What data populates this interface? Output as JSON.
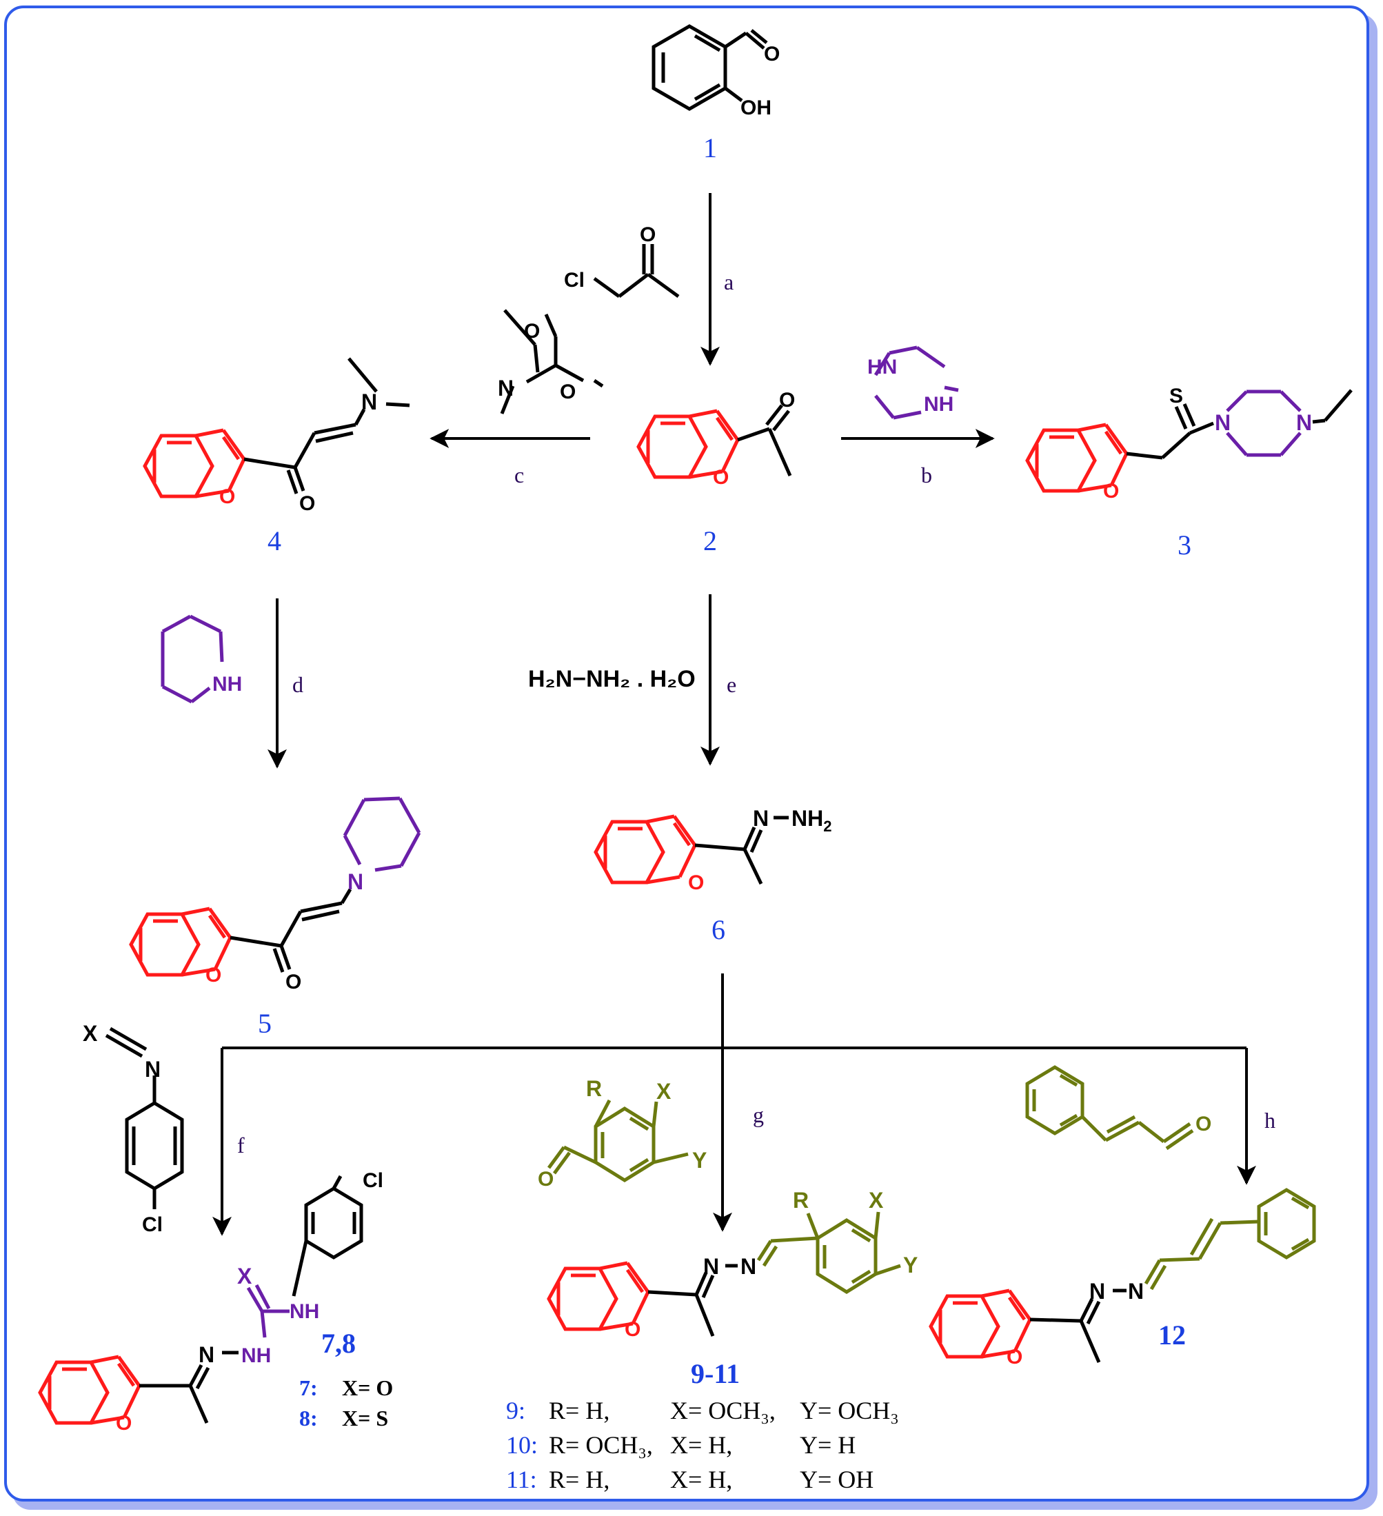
{
  "colors": {
    "benzofuran": "#ff1a1a",
    "amine": "#6a1fa8",
    "olive": "#6b7a0f",
    "label": "#1a3fe0",
    "arrow_label": "#2a0a5a",
    "frame": "#2f5bea",
    "shadow": "#9aa6f0",
    "bond": "#000000"
  },
  "compounds": {
    "c1": "1",
    "c2": "2",
    "c3": "3",
    "c4": "4",
    "c5": "5",
    "c6": "6",
    "c78": "7,8",
    "c911": "9-11",
    "c12": "12"
  },
  "steps": {
    "a": "a",
    "b": "b",
    "c": "c",
    "d": "d",
    "e": "e",
    "f": "f",
    "g": "g",
    "h": "h"
  },
  "atoms": {
    "O": "O",
    "OH": "OH",
    "Cl": "Cl",
    "N": "N",
    "S": "S",
    "X": "X",
    "Y": "Y",
    "R": "R",
    "HN": "HN",
    "NH": "NH",
    "NH2": "NH",
    "sub2": "2"
  },
  "reagents": {
    "hydrazine": "H₂N−NH₂ . H₂O"
  },
  "variants_78": [
    {
      "num": "7:",
      "text": "X= O"
    },
    {
      "num": "8:",
      "text": "X= S"
    }
  ],
  "variants_911": [
    {
      "num": "9:",
      "r": "R= H,",
      "x": "X= OCH₃,",
      "y": "Y= OCH₃"
    },
    {
      "num": "10:",
      "r": "R= OCH₃,",
      "x": "X= H,",
      "y": "Y= H"
    },
    {
      "num": "11:",
      "r": "R= H,",
      "x": "X= H,",
      "y": "Y= OH"
    }
  ]
}
